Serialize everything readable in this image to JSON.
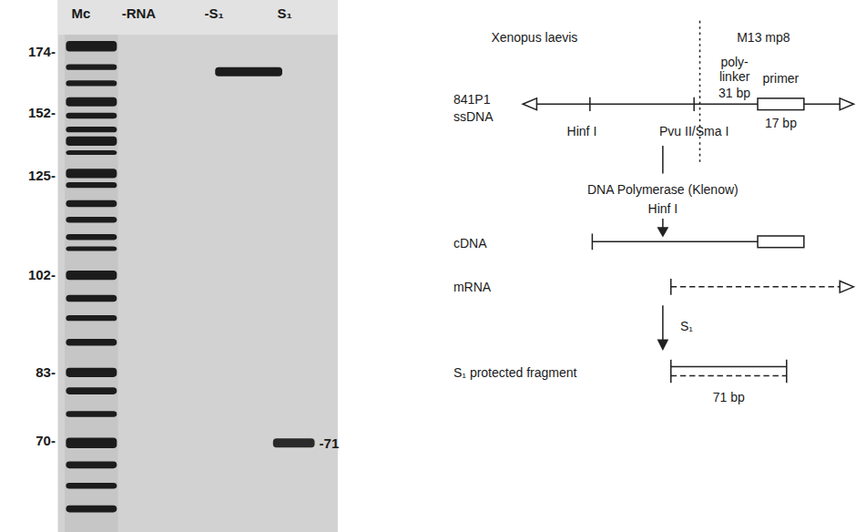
{
  "diagram": {
    "labels": [
      "Mc",
      "-RNA",
      "-S₁",
      "S₁",
      "174-",
      "152-",
      "125-",
      "102-",
      "83-",
      "70-",
      "-71",
      "Xenopus laevis",
      "M13 mp8",
      "841P1",
      "ssDNA",
      "poly- linker",
      "31 bp",
      "primer",
      "17 bp",
      "Hinf I",
      "Pvu II/Sma I",
      "DNA Polymerase (Klenow)",
      "Hinf I",
      "cDNA",
      "mRNA",
      "S₁",
      "S₁ protected fragment",
      "71 bp"
    ]
  }
}
